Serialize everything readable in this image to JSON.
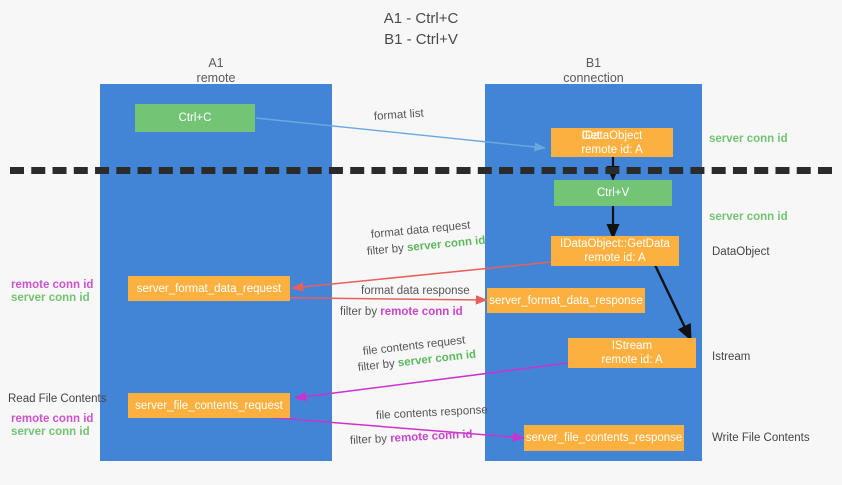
{
  "title": {
    "line1": "A1 - Ctrl+C",
    "line2": "B1 - Ctrl+V"
  },
  "colors": {
    "lane": "#4285d6",
    "box_orange": "#fbb040",
    "box_green": "#74c476",
    "server_conn_id": "#5cb85c",
    "remote_conn_id": "#cc44cc",
    "arrow_blue": "#6aa9e0",
    "arrow_red": "#e8605a",
    "arrow_magenta": "#cc33cc",
    "arrow_black": "#111111",
    "separator": "#2b2b2b",
    "background": "#f7f7f7"
  },
  "lanes": [
    {
      "name": "A1",
      "sub": "remote"
    },
    {
      "name": "B1",
      "sub": "connection"
    }
  ],
  "boxes": {
    "ctrl_c": {
      "line1": "Ctrl+C"
    },
    "idataobject_top": {
      "under": "Get",
      "over": "IDataObject",
      "line2": "remote id: A"
    },
    "ctrl_v": {
      "line1": "Ctrl+V"
    },
    "getdata": {
      "line1": "IDataObject::GetData",
      "line2": "remote id: A"
    },
    "istream": {
      "line1": "IStream",
      "line2": "remote id: A"
    },
    "server_format_data_request": {
      "line1": "server_format_data_request"
    },
    "server_format_data_response": {
      "line1": "server_format_data_response"
    },
    "server_file_contents_request": {
      "line1": "server_file_contents_request"
    },
    "server_file_contents_response": {
      "line1": "server_file_contents_response"
    }
  },
  "edge_labels": {
    "format_list": "format list",
    "format_data_request": "format data request",
    "format_data_request_filter_prefix": "filter by ",
    "format_data_request_filter_key": "server conn id",
    "format_data_response": "format data response",
    "format_data_response_filter_prefix": "filter by ",
    "format_data_response_filter_key": "remote conn id",
    "file_contents_request": "file contents request",
    "file_contents_request_filter_prefix": "filter by ",
    "file_contents_request_filter_key": "server conn id",
    "file_contents_response": "file contents response",
    "file_contents_response_filter_prefix": "filter by ",
    "file_contents_response_filter_key": "remote conn id"
  },
  "right_labels": {
    "server_conn_id_top": "server conn id",
    "server_conn_id_mid": "server conn id",
    "dataobject": "DataObject",
    "istream": "Istream",
    "write_file_contents": "Write File Contents"
  },
  "left_labels": {
    "remote_conn_id_1": "remote conn id",
    "server_conn_id_1": "server conn id",
    "read_file_contents": "Read File Contents",
    "remote_conn_id_2": "remote conn id",
    "server_conn_id_2": "server conn id"
  }
}
